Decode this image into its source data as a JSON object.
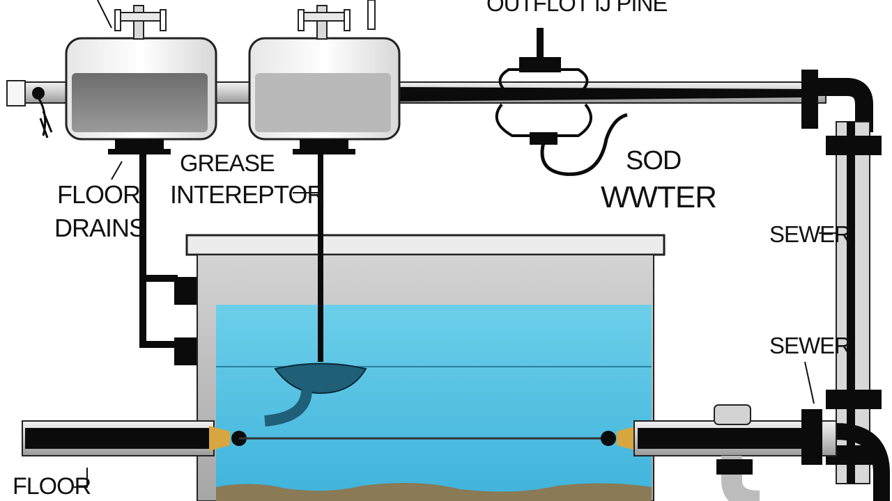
{
  "labels": {
    "outflow_pipe": "OUTFLOT IJ PINE",
    "grease_line1": "GREASE",
    "grease_line2": "INTEREPTOR",
    "floor_drains_line1": "FLOOR",
    "floor_drains_line2": "DRAINS",
    "sod_line1": "SOD",
    "sod_line2": "WWTER",
    "sewer_top": "SEWER",
    "sewer_bottom": "SEWER",
    "floor_bottom": "FLOOR"
  },
  "colors": {
    "pipe": "#0b0b0b",
    "water": "#5cc6e6",
    "water_deep": "#3fb3dc",
    "sediment": "#8a7a55",
    "tank_wall": "#b9b9b9",
    "fitting_brass": "#d8a640"
  }
}
